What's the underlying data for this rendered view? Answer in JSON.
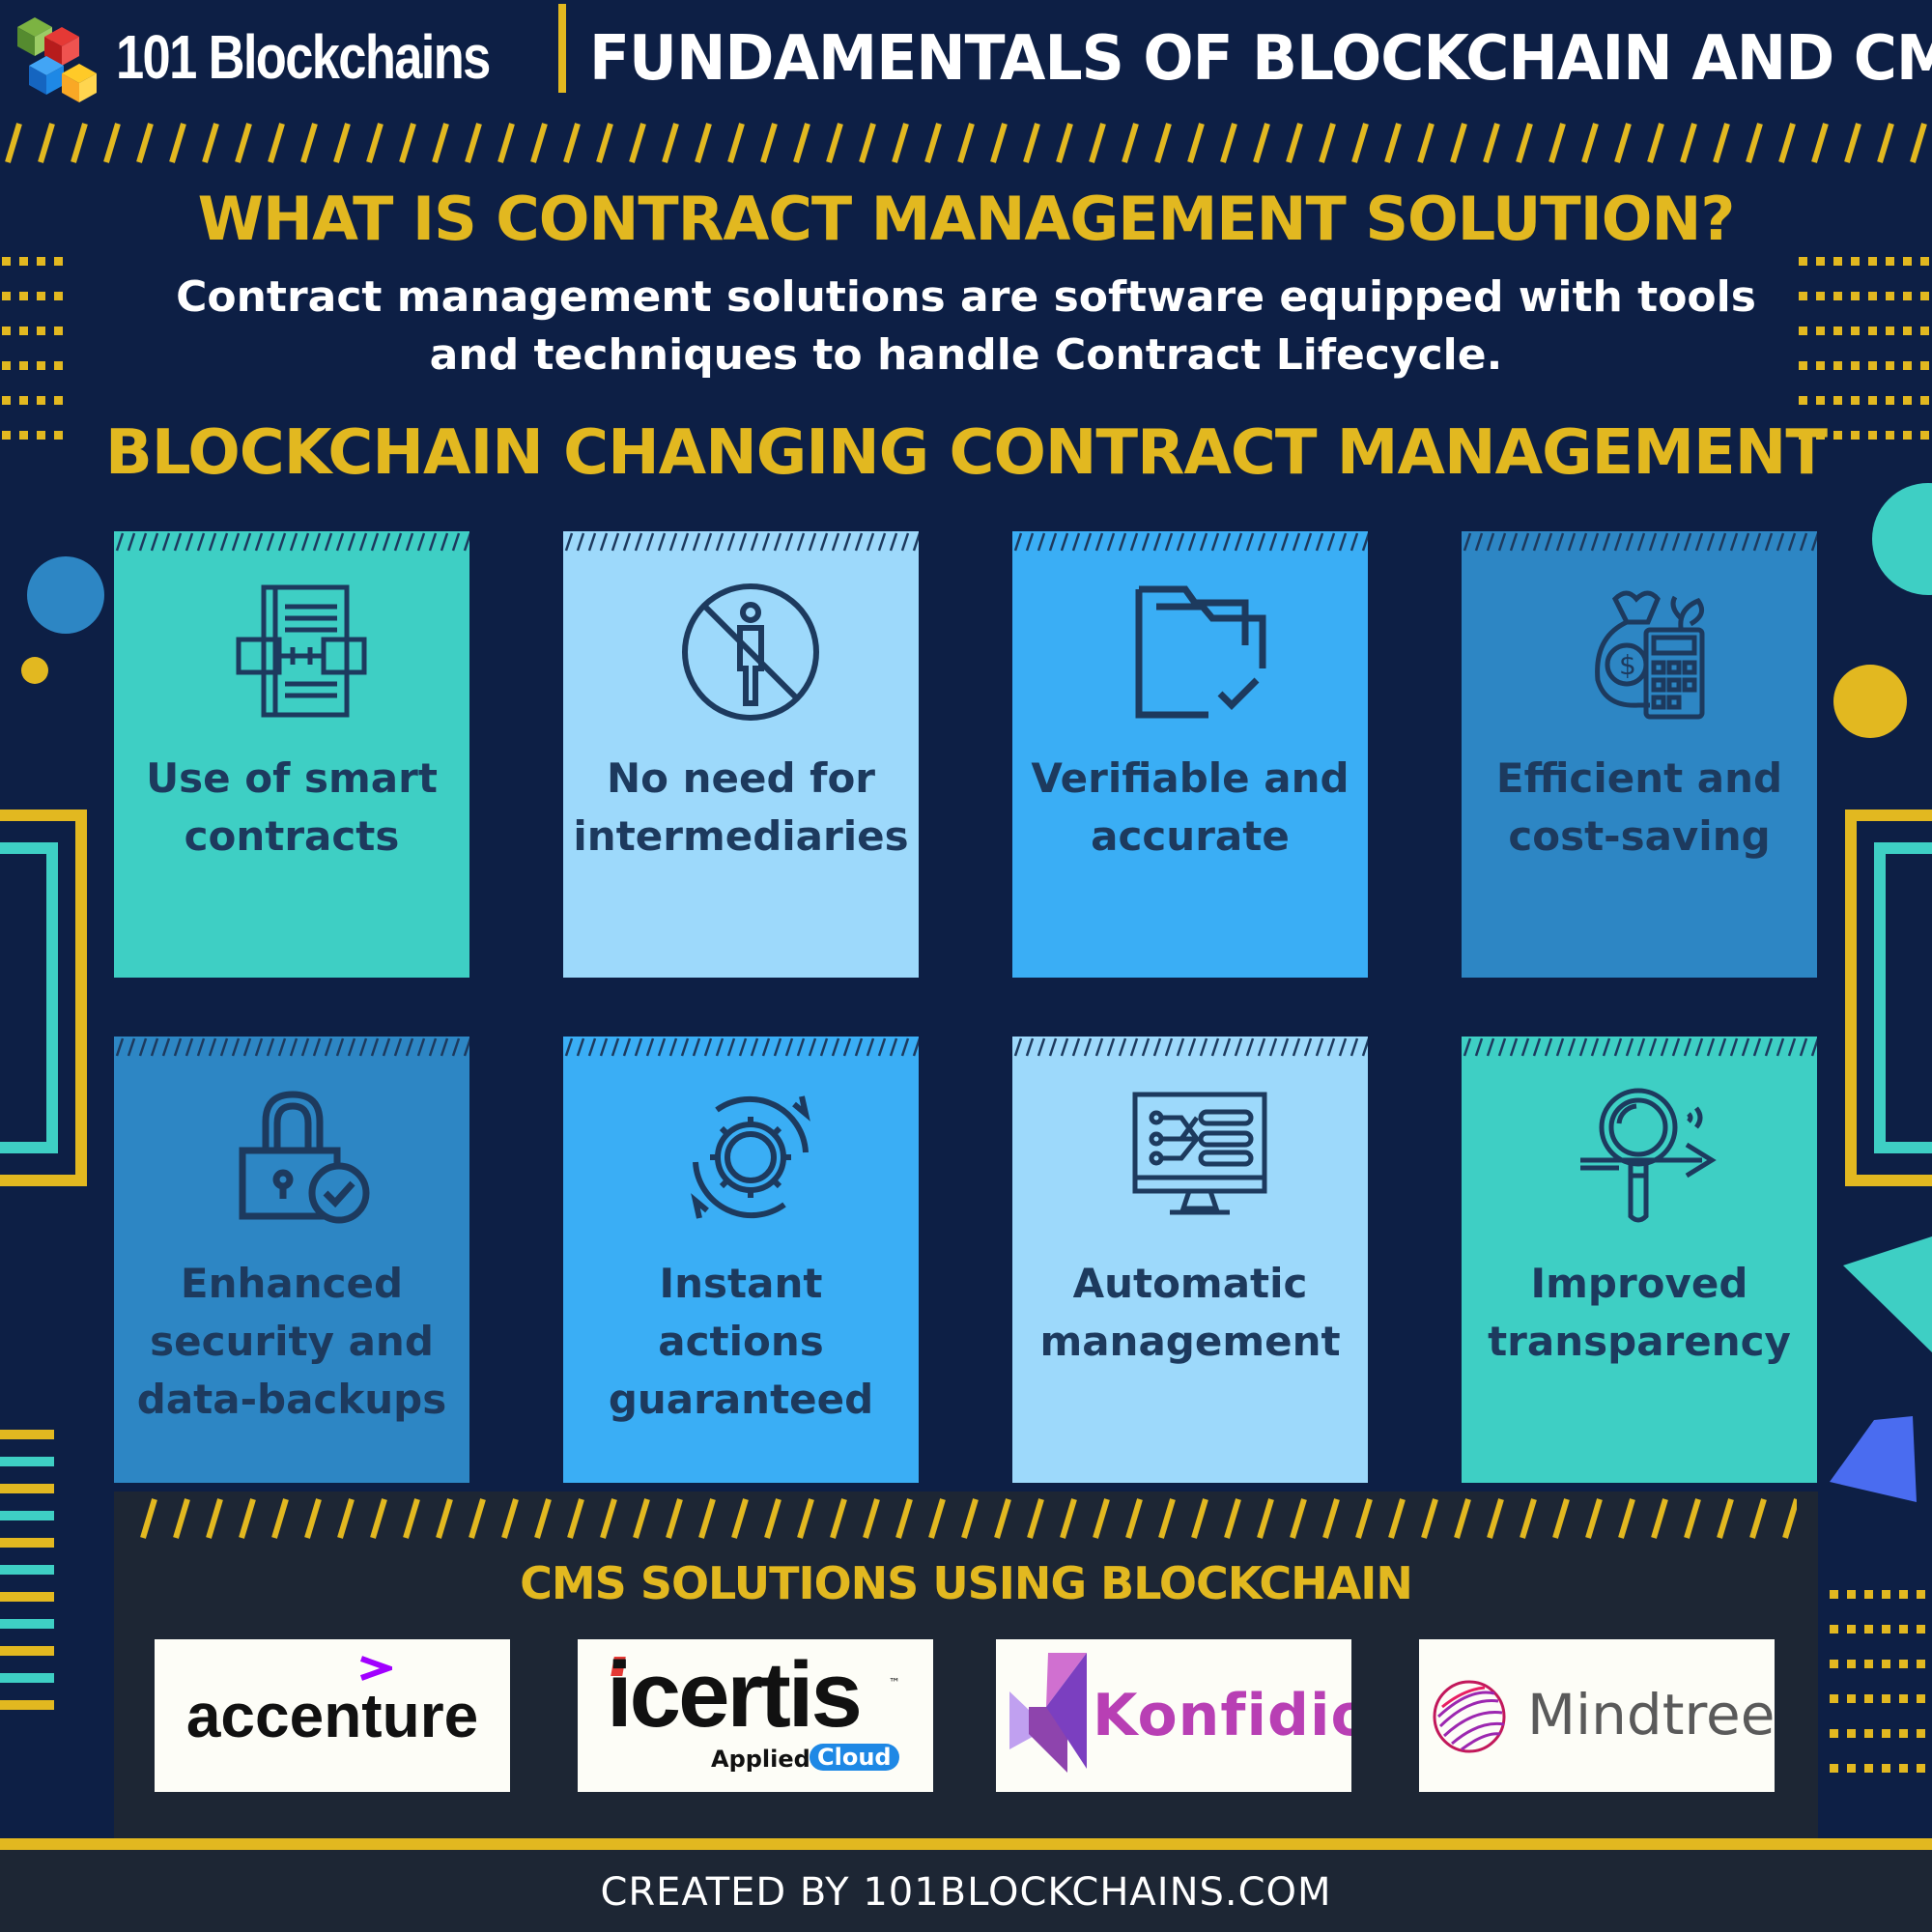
{
  "colors": {
    "background": "#0d1f45",
    "accent_gold": "#e2b820",
    "teal": "#3ecfc4",
    "light_blue": "#9dd9fb",
    "bright_blue": "#3aaef5",
    "steel_blue": "#2d86c4",
    "card_text": "#1d3a5e",
    "panel": "#1d2634"
  },
  "header": {
    "brand_name": "101 Blockchains",
    "title": "FUNDAMENTALS OF BLOCKCHAIN AND CMS"
  },
  "what_is": {
    "heading": "WHAT IS CONTRACT MANAGEMENT SOLUTION?",
    "definition": "Contract management solutions are software equipped with tools and techniques to handle Contract Lifecycle."
  },
  "benefits": {
    "heading": "BLOCKCHAIN CHANGING CONTRACT MANAGEMENT",
    "items": [
      {
        "label": "Use of smart contracts",
        "icon": "smart-contract-icon"
      },
      {
        "label": "No need for intermediaries",
        "icon": "no-person-icon"
      },
      {
        "label": "Verifiable and accurate",
        "icon": "folder-check-icon"
      },
      {
        "label": "Efficient and cost-saving",
        "icon": "money-bag-calculator-icon"
      },
      {
        "label": "Enhanced security and data-backups",
        "icon": "padlock-check-icon"
      },
      {
        "label": "Instant actions guaranteed",
        "icon": "gear-cycle-icon"
      },
      {
        "label": "Automatic management",
        "icon": "monitor-flow-icon"
      },
      {
        "label": "Improved transparency",
        "icon": "magnifier-arrow-icon"
      }
    ]
  },
  "cms": {
    "heading": "CMS SOLUTIONS USING BLOCKCHAIN",
    "logos": [
      {
        "name": "accenture",
        "color": "#111111",
        "mark_color": "#a100ff"
      },
      {
        "name": "icertis",
        "tagline_applied": "Applied",
        "tagline_cloud": "Cloud",
        "color": "#111111",
        "tm": "™"
      },
      {
        "name": "Konfidio",
        "color": "#b83fb4"
      },
      {
        "name": "Mindtree",
        "color": "#5a5a5a"
      }
    ]
  },
  "footer": {
    "credit": "CREATED BY 101BLOCKCHAINS.COM"
  }
}
